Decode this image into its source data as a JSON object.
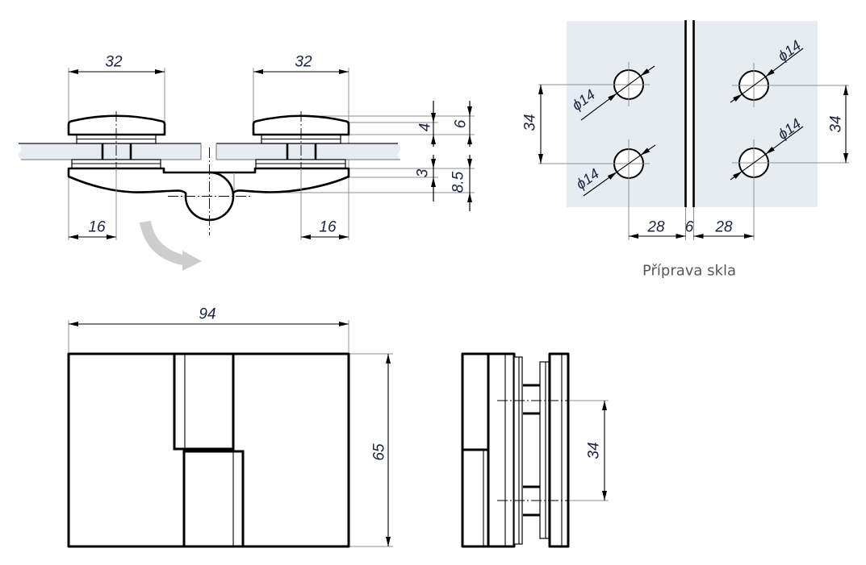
{
  "section_view": {
    "cap_width_left": "32",
    "cap_width_right": "32",
    "axis_offset_left": "16",
    "axis_offset_right": "16",
    "cap_thickness": "4",
    "cap_height": "6",
    "plate_thickness": "3",
    "plate_height": "8.5"
  },
  "glass_preparation": {
    "caption": "Příprava skla",
    "hole_diameter_labels": [
      "ϕ14",
      "ϕ14",
      "ϕ14",
      "ϕ14"
    ],
    "hole_spacing_left": "34",
    "hole_spacing_right": "34",
    "edge_distance_left": "28",
    "glass_gap": "6",
    "edge_distance_right": "28"
  },
  "front_view": {
    "overall_width": "94",
    "overall_height": "65"
  },
  "side_view": {
    "hole_spacing": "34"
  },
  "icons": {
    "rotation_indicator": "curved-arrow-icon"
  },
  "colors": {
    "glass_fill": "#e7ecf3",
    "dimension_text": "#1c2340",
    "caption_text": "#575757",
    "extension_line": "#8f8f8f",
    "rotation_arrow": "#cdcdcd",
    "outline": "#000000"
  }
}
